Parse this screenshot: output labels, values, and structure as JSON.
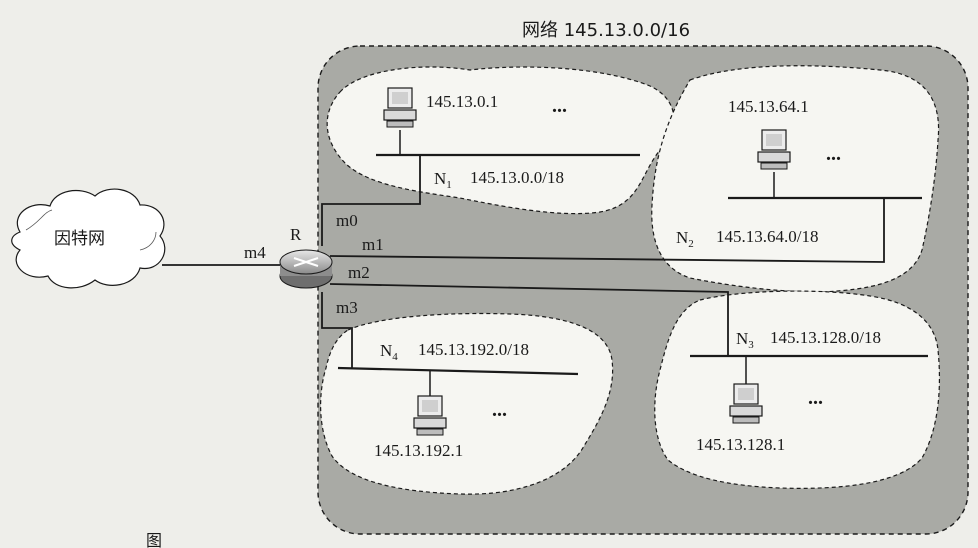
{
  "network_label": "网络 145.13.0.0/16",
  "internet_label": "因特网",
  "router_label": "R",
  "interfaces": {
    "m0": "m0",
    "m1": "m1",
    "m2": "m2",
    "m3": "m3",
    "m4": "m4"
  },
  "subnets": {
    "n1": {
      "name": "N",
      "sub": "1",
      "prefix": "145.13.0.0/18",
      "host_ip": "145.13.0.1",
      "ellipsis": "..."
    },
    "n2": {
      "name": "N",
      "sub": "2",
      "prefix": "145.13.64.0/18",
      "host_ip": "145.13.64.1",
      "ellipsis": "..."
    },
    "n3": {
      "name": "N",
      "sub": "3",
      "prefix": "145.13.128.0/18",
      "host_ip": "145.13.128.1",
      "ellipsis": "..."
    },
    "n4": {
      "name": "N",
      "sub": "4",
      "prefix": "145.13.192.0/18",
      "host_ip": "145.13.192.1",
      "ellipsis": "..."
    }
  },
  "caption_fragment": "图",
  "colors": {
    "network_fill": "#a9aaa5",
    "subnet_fill": "#f6f6f2",
    "line": "#1a1a1a",
    "background": "#eeeeea"
  }
}
